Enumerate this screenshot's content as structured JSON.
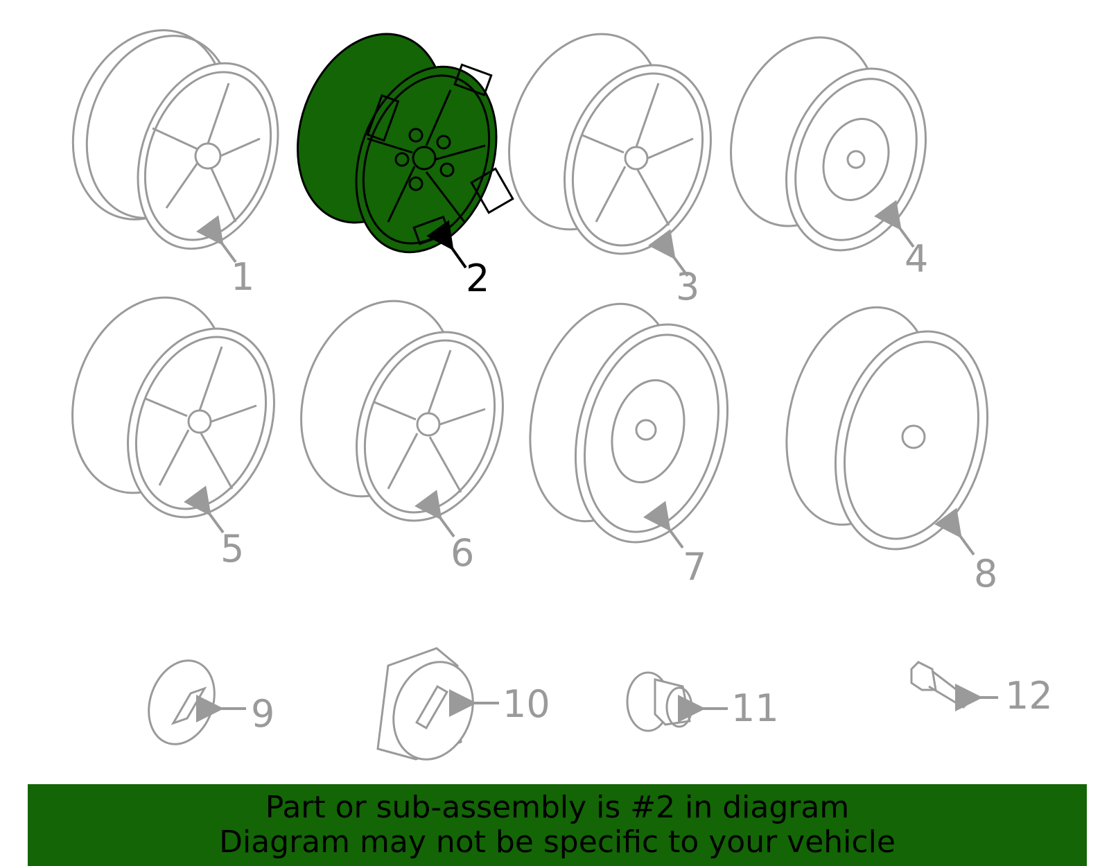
{
  "diagram": {
    "selected_part": 2,
    "highlight_color": "#136506",
    "line_color": "#9a9a9a",
    "parts": [
      {
        "number": "1",
        "type": "wheel"
      },
      {
        "number": "2",
        "type": "wheel",
        "selected": true
      },
      {
        "number": "3",
        "type": "wheel"
      },
      {
        "number": "4",
        "type": "steel-wheel"
      },
      {
        "number": "5",
        "type": "wheel"
      },
      {
        "number": "6",
        "type": "wheel"
      },
      {
        "number": "7",
        "type": "steel-wheel"
      },
      {
        "number": "8",
        "type": "steel-wheel"
      },
      {
        "number": "9",
        "type": "center-cap"
      },
      {
        "number": "10",
        "type": "center-cap"
      },
      {
        "number": "11",
        "type": "lug-nut"
      },
      {
        "number": "12",
        "type": "tpms-valve"
      }
    ]
  },
  "banner": {
    "line1": "Part or sub-assembly is #2 in diagram",
    "line2": "Diagram may not be specific to your vehicle",
    "background": "#136506"
  }
}
